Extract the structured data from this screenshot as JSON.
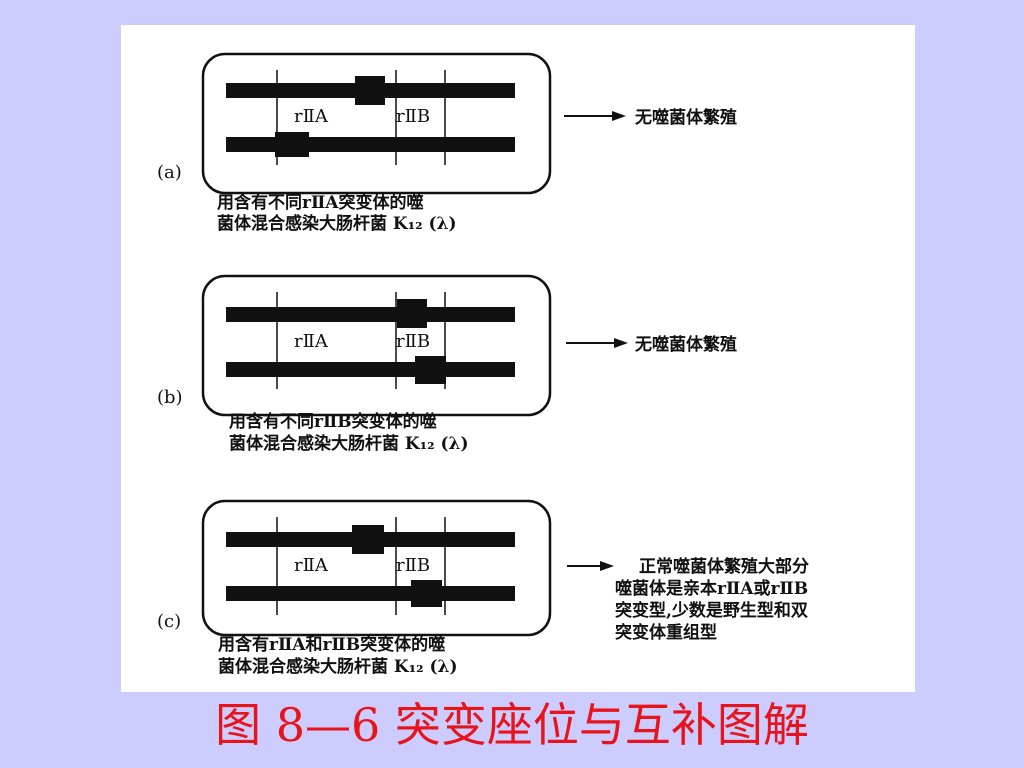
{
  "caption": "图 8—6 突变座位与互补图解",
  "labels": {
    "gene_a": "rⅡA",
    "gene_b": "rⅡB"
  },
  "panels": [
    {
      "id": "a",
      "tag": "(a)",
      "result_lines": [
        "无噬菌体繁殖"
      ],
      "desc_lines": [
        "用含有不同rⅡA突变体的噬",
        "菌体混合感染大肠杆菌 K₁₂ (λ)"
      ]
    },
    {
      "id": "b",
      "tag": "(b)",
      "result_lines": [
        "无噬菌体繁殖"
      ],
      "desc_lines": [
        "用含有不同rⅡB突变体的噬",
        "菌体混合感染大肠杆菌 K₁₂ (λ)"
      ]
    },
    {
      "id": "c",
      "tag": "(c)",
      "result_lines": [
        "正常噬菌体繁殖大部分",
        "噬菌体是亲本rⅡA或rⅡB",
        "突变型,少数是野生型和双",
        "突变体重组型"
      ],
      "desc_lines": [
        "用含有rⅡA和rⅡB突变体的噬",
        "菌体混合感染大肠杆菌 K₁₂ (λ)"
      ]
    }
  ]
}
